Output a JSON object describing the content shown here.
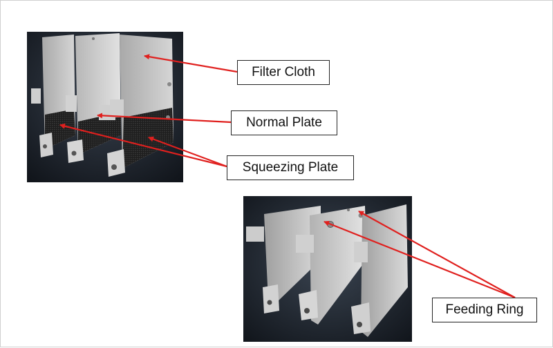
{
  "labels": {
    "filter_cloth": "Filter Cloth",
    "normal_plate": "Normal Plate",
    "squeezing_plate": "Squeezing Plate",
    "feeding_ring": "Feeding Ring"
  },
  "colors": {
    "arrow": "#e0201e",
    "photo_background": "#1b2028",
    "plate_face": "#c9c9c9",
    "cloth_mesh": "#2a2a2a"
  }
}
